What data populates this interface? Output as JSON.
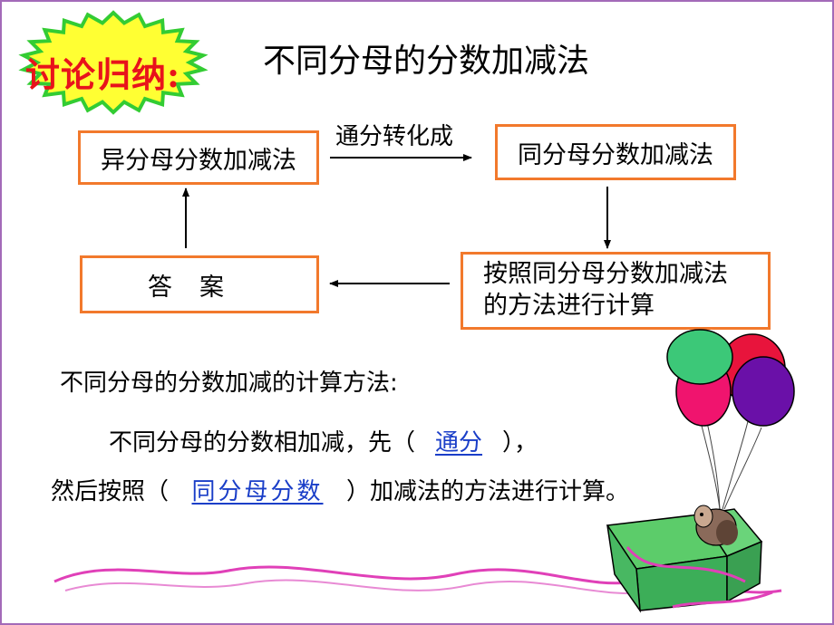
{
  "badge": {
    "label": "讨论归纳:"
  },
  "title": "不同分母的分数加减法",
  "flow": {
    "box_start": "异分母分数加减法",
    "arrow_label": "通分转化成",
    "box_same": "同分母分数加减法",
    "box_method_line1": "按照同分母分数加减法",
    "box_method_line2": "的方法进行计算",
    "box_answer": "答案"
  },
  "method": {
    "heading": "不同分母的分数加减的计算方法:",
    "sentence1_before": "不同分母的分数相加减，先（",
    "blank1": "通分",
    "sentence1_after": "），",
    "sentence2_before": "然后按照（",
    "blank2": "同分母分数",
    "sentence2_after": "）加减法的方法进行计算。"
  },
  "colors": {
    "box_border": "#f2792c",
    "badge_fill": "#ffff33",
    "badge_outline": "#33cc33",
    "badge_text": "#e8131b",
    "answer_fill": "#1a3ec8",
    "frame": "#a36ab8"
  }
}
